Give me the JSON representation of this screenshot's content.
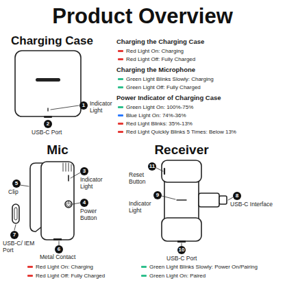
{
  "diagram": {
    "title": "Product Overview",
    "nodes": [
      {
        "text": [
          "Charging Case"
        ]
      },
      {
        "text": [
          "Mic"
        ]
      },
      {
        "text": [
          "Receiver"
        ]
      }
    ],
    "labels": [
      "Charging the Charging Case",
      "Charging the Microphone",
      "Power Indicator of Charging Case",
      "1",
      "Indicator Light",
      "2",
      "USB-C Port",
      "5",
      "Clip",
      "3",
      "Indicator Light",
      "4",
      "Power Button",
      "7",
      "USB-C/ IEM Port",
      "6",
      "Metal Contact",
      "11",
      "Reset Button",
      "9",
      "Indicator Light",
      "8",
      "USB-C Interface",
      "10",
      "USB-C Port"
    ],
    "legend": [
      {
        "text": "Red Light On: Charging",
        "color": "#e53935"
      },
      {
        "text": "Red Light Off: Fully Charged",
        "color": "#e53935"
      },
      {
        "text": "Green Light Blinks Slowly: Charging",
        "color": "#2ebf8c"
      },
      {
        "text": "Green Light Off: Fully Charged",
        "color": "#2ebf8c"
      },
      {
        "text": "Green Light On: 100%-75%",
        "color": "#2ebf8c"
      },
      {
        "text": "Blue Light On: 74%-36%",
        "color": "#2979ff"
      },
      {
        "text": "Red Light Blinks: 35%-13%",
        "color": "#e53935"
      },
      {
        "text": "Red Light Quickly Blinks 5 Times: Below 13%",
        "color": "#e53935"
      },
      {
        "text": "Red Light On: Charging",
        "color": "#e53935"
      },
      {
        "text": "Red Light Off: Fully Charged",
        "color": "#e53935"
      },
      {
        "text": "Green Light Blinks Slowly: Power On/Pairing",
        "color": "#2ebf8c"
      },
      {
        "text": "Green Light On: Paired",
        "color": "#2ebf8c"
      }
    ]
  }
}
